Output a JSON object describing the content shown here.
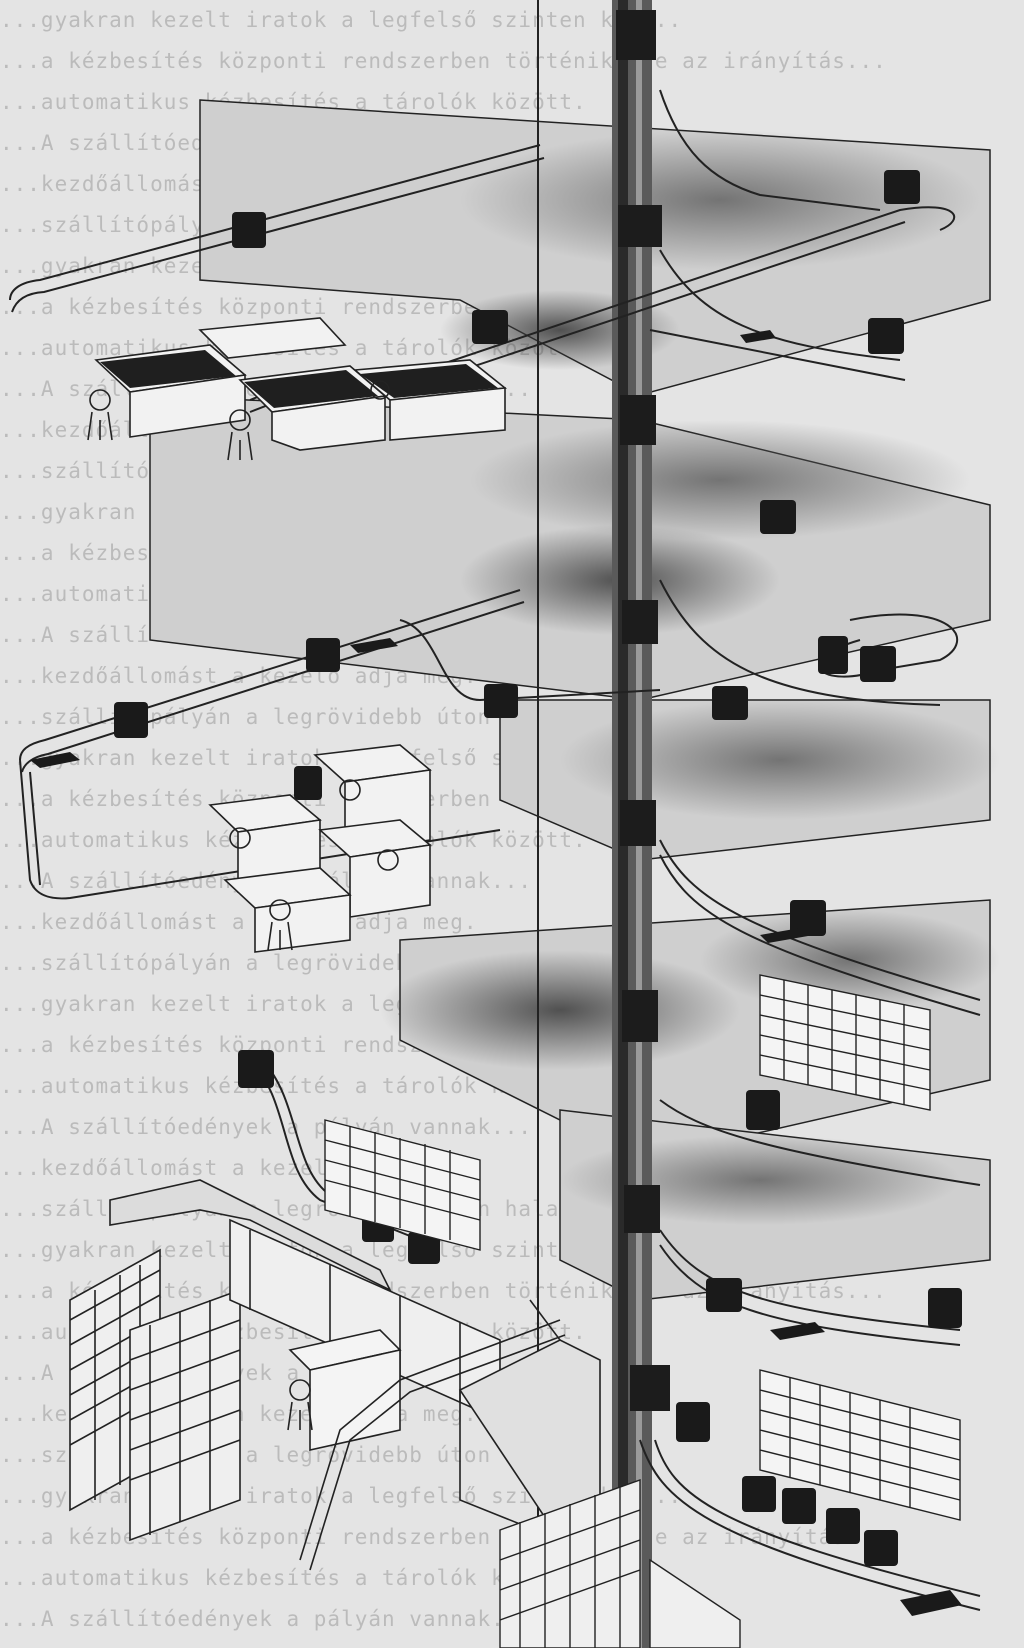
{
  "page": {
    "type": "scanned book page",
    "content": "isometric cutaway illustration of a multi-storey building with a vertical central conveyor shaft and overhead rail/track conveyor loops serving office floors",
    "colors": {
      "paper": "#e4e4e4",
      "ink": "#1a1a1a",
      "shade": "#6b6b6b",
      "show_through_text": "#9a9a9a"
    }
  },
  "show_through_lines": [
    "...gyakran kezelt iratok a legfelső szinten kap...",
    "...a kézbesítés központi rendszerben történik, de az irányítás...",
    "...automatikus kézbesítés a tárolók között.",
    "...A szállítóedények a pályán vannak...",
    "...kezdőállomást a kezelő adja meg.",
    "...szállítópályán a legrövidebb úton halad."
  ],
  "floors": [
    {
      "id": "floor-1",
      "label": "Office floor with desks"
    },
    {
      "id": "floor-2",
      "label": "Office floor with desk cluster"
    },
    {
      "id": "floor-3",
      "label": "Floor with storage shelving"
    },
    {
      "id": "floor-4",
      "label": "Archive floor with shelving and stations"
    },
    {
      "id": "floor-5",
      "label": "Ground floor mailroom"
    }
  ]
}
